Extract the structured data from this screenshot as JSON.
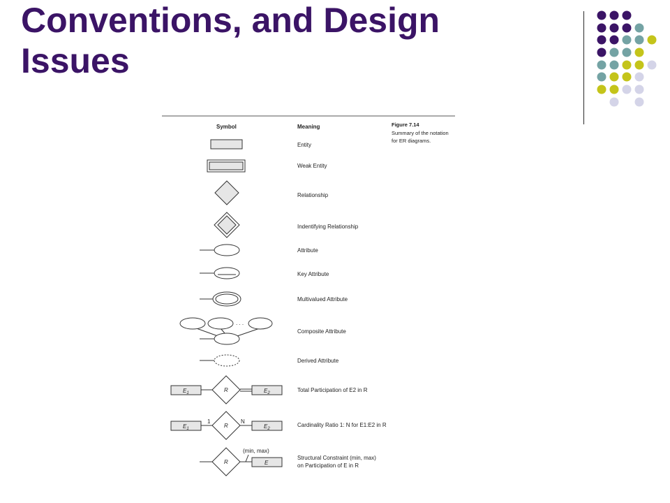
{
  "slide": {
    "title_lines": [
      "Conventions, and Design",
      "Issues"
    ]
  },
  "colors": {
    "title": "#3b1466",
    "dot_purple": "#3b1466",
    "dot_teal": "#74a3a4",
    "dot_lime": "#c4c41a",
    "dot_lavender": "#d4d4e8",
    "symbol_fill": "#e6e6e6"
  },
  "figure": {
    "caption_title": "Figure 7.14",
    "caption_lines": [
      "Summary of the notation",
      "for ER diagrams."
    ],
    "col_symbol": "Symbol",
    "col_meaning": "Meaning",
    "rows": [
      {
        "symbol": "entity",
        "meaning": "Entity"
      },
      {
        "symbol": "weak-entity",
        "meaning": "Weak Entity"
      },
      {
        "symbol": "relationship",
        "meaning": "Relationship"
      },
      {
        "symbol": "identifying-relationship",
        "meaning": "Indentifying Relationship"
      },
      {
        "symbol": "attribute",
        "meaning": "Attribute"
      },
      {
        "symbol": "key-attribute",
        "meaning": "Key Attribute"
      },
      {
        "symbol": "multivalued-attribute",
        "meaning": "Multivalued Attribute"
      },
      {
        "symbol": "composite-attribute",
        "meaning": "Composite Attribute"
      },
      {
        "symbol": "derived-attribute",
        "meaning": "Derived Attribute"
      },
      {
        "symbol": "total-participation",
        "meaning": "Total Participation of E2 in R"
      },
      {
        "symbol": "cardinality-ratio",
        "meaning": "Cardinality Ratio 1: N for E1:E2 in R"
      },
      {
        "symbol": "structural-constraint",
        "meaning": "Structural Constraint (min, max)",
        "meaning_line2": "on Participation of E in R"
      }
    ],
    "symbol_labels": {
      "e1": "E",
      "e1_sub": "1",
      "e2": "E",
      "e2_sub": "2",
      "r": "R",
      "e": "E",
      "card_one": "1",
      "card_n": "N",
      "min_max": "(min, max)",
      "ellipsis": ". . ."
    }
  }
}
